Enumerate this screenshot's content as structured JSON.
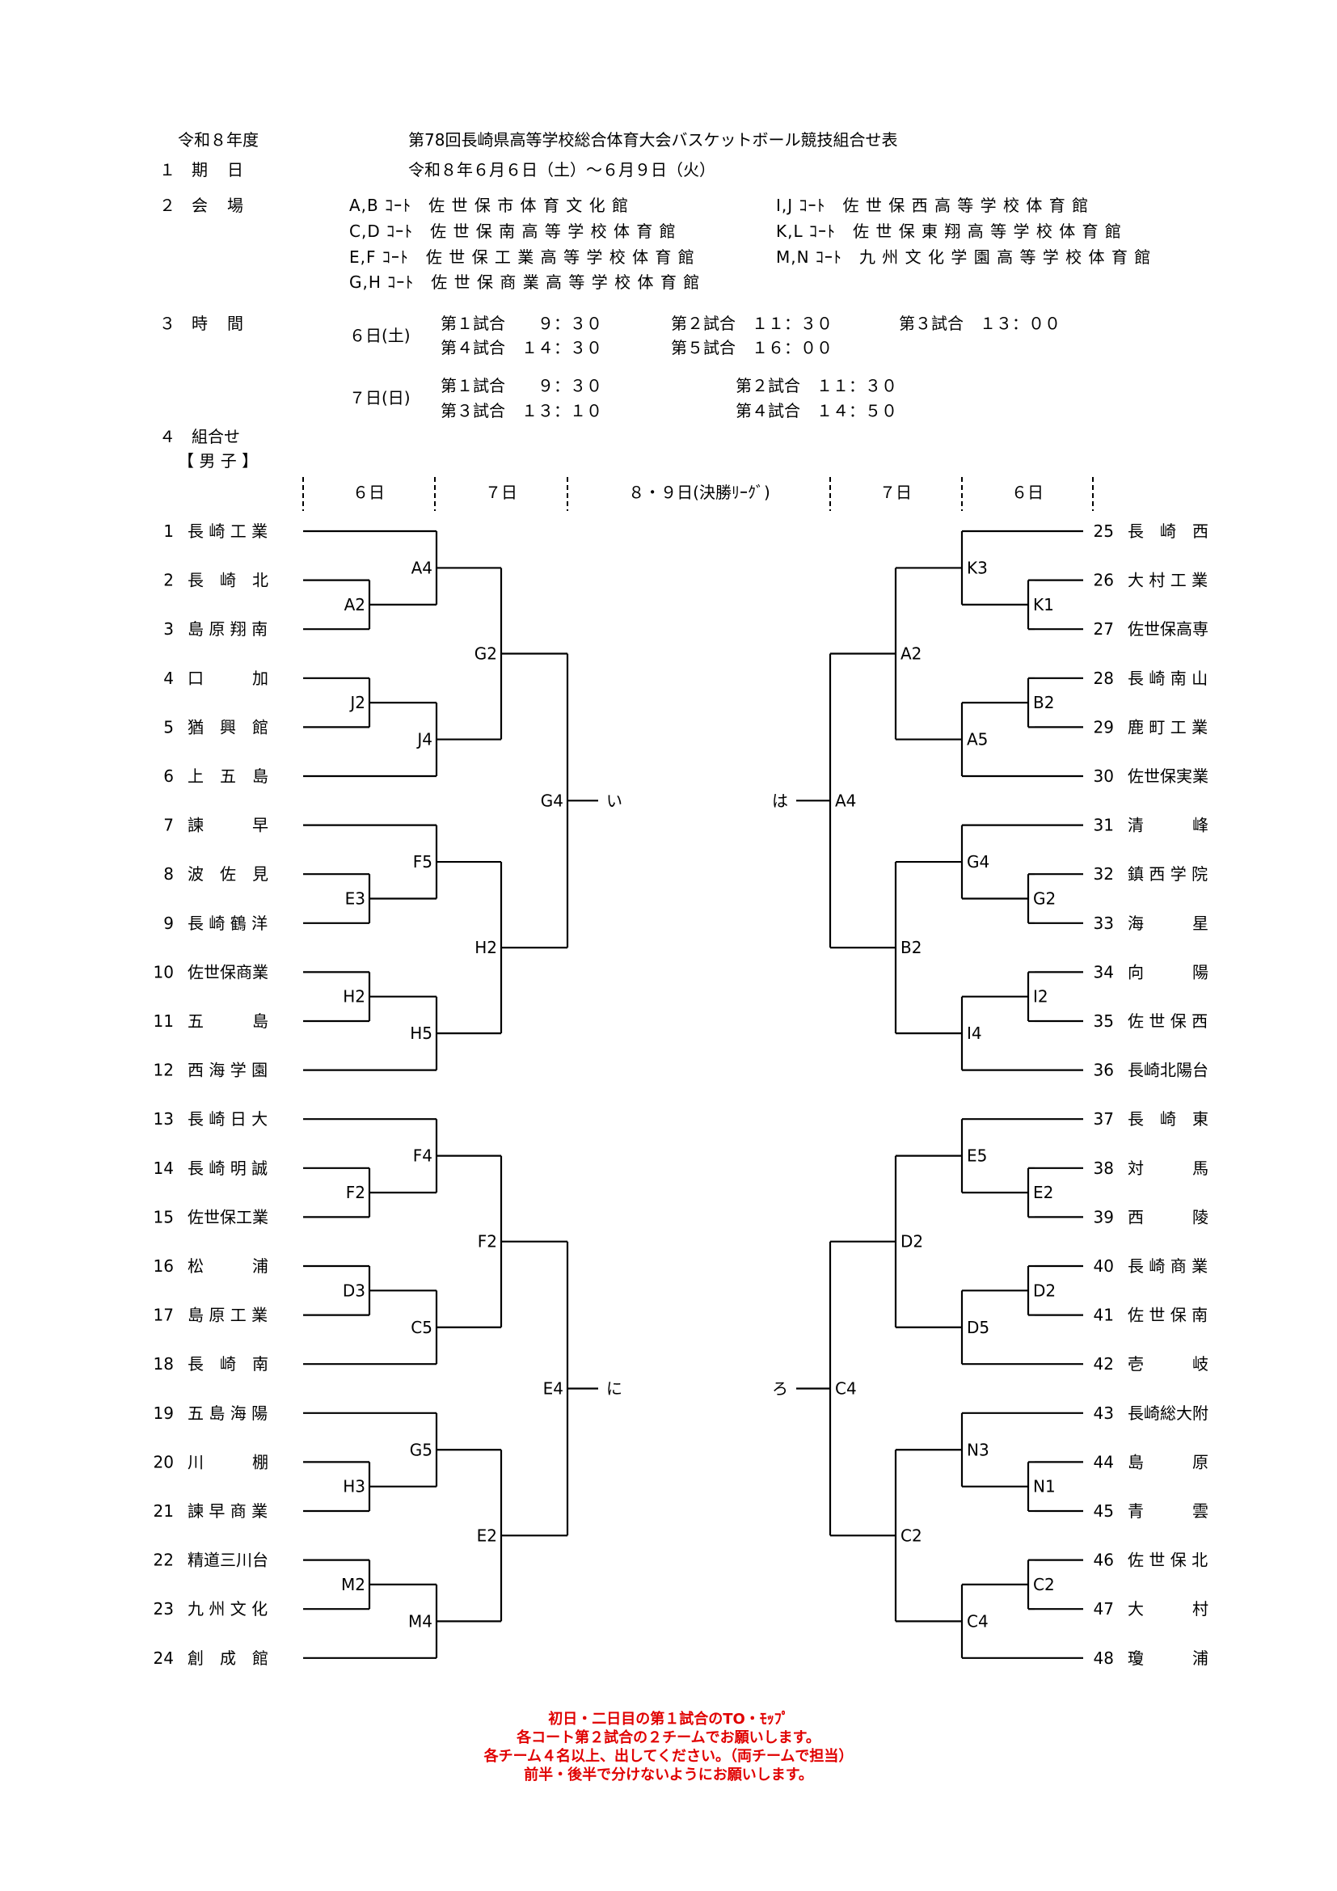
{
  "header": {
    "year": "令和８年度",
    "title": "第78回長崎県高等学校総合体育大会バスケットボール競技組合せ表",
    "items": [
      {
        "num": "１",
        "label": "期　日"
      },
      {
        "num": "２",
        "label": "会　場"
      },
      {
        "num": "３",
        "label": "時　間"
      },
      {
        "num": "４",
        "label": "組合せ"
      }
    ],
    "dates": "令和８年６月６日（土）～６月９日（火）",
    "venues": [
      {
        "code": "A,B ｺｰﾄ",
        "name": "佐 世 保 市 体 育 文 化 館"
      },
      {
        "code": "C,D ｺｰﾄ",
        "name": "佐 世 保 南 高 等 学 校 体 育 館"
      },
      {
        "code": "E,F ｺｰﾄ",
        "name": "佐 世 保 工 業 高 等 学 校 体 育 館"
      },
      {
        "code": "G,H ｺｰﾄ",
        "name": "佐 世 保 商 業 高 等 学 校 体 育 館"
      },
      {
        "code": "I,J ｺｰﾄ",
        "name": "佐 世 保 西 高 等 学 校 体 育 館"
      },
      {
        "code": "K,L ｺｰﾄ",
        "name": "佐 世 保 東 翔 高 等 学 校 体 育 館"
      },
      {
        "code": "M,N ｺｰﾄ",
        "name": "九 州 文 化 学 園 高 等 学 校 体 育 館"
      }
    ],
    "schedule": {
      "day6": {
        "label": "６日(土)",
        "rows": [
          [
            "第１試合　　９：３０",
            "第２試合　１１：３０",
            "第３試合　１３：００"
          ],
          [
            "第４試合　１４：３０",
            "第５試合　１６：００"
          ]
        ]
      },
      "day7": {
        "label": "７日(日)",
        "rows": [
          [
            "第１試合　　９：３０",
            "第２試合　１１：３０"
          ],
          [
            "第３試合　１３：１０",
            "第４試合　１４：５０"
          ]
        ]
      }
    },
    "gender": "【 男 子 】"
  },
  "columns": [
    "６日",
    "７日",
    "８・９日(決勝ﾘｰｸﾞ)",
    "７日",
    "６日"
  ],
  "teams_left": [
    [
      "1",
      "長 崎 工 業"
    ],
    [
      "2",
      "長　崎　北"
    ],
    [
      "3",
      "島 原 翔 南"
    ],
    [
      "4",
      "口　　　加"
    ],
    [
      "5",
      "猶　興　館"
    ],
    [
      "6",
      "上　五　島"
    ],
    [
      "7",
      "諫　　　早"
    ],
    [
      "8",
      "波　佐　見"
    ],
    [
      "9",
      "長 崎 鶴 洋"
    ],
    [
      "10",
      "佐世保商業"
    ],
    [
      "11",
      "五　　　島"
    ],
    [
      "12",
      "西 海 学 園"
    ],
    [
      "13",
      "長 崎 日 大"
    ],
    [
      "14",
      "長 崎 明 誠"
    ],
    [
      "15",
      "佐世保工業"
    ],
    [
      "16",
      "松　　　浦"
    ],
    [
      "17",
      "島 原 工 業"
    ],
    [
      "18",
      "長　崎　南"
    ],
    [
      "19",
      "五 島 海 陽"
    ],
    [
      "20",
      "川　　　棚"
    ],
    [
      "21",
      "諫 早 商 業"
    ],
    [
      "22",
      "精道三川台"
    ],
    [
      "23",
      "九 州 文 化"
    ],
    [
      "24",
      "創　成　館"
    ]
  ],
  "teams_right": [
    [
      "25",
      "長　崎　西"
    ],
    [
      "26",
      "大 村 工 業"
    ],
    [
      "27",
      "佐世保高専"
    ],
    [
      "28",
      "長 崎 南 山"
    ],
    [
      "29",
      "鹿 町 工 業"
    ],
    [
      "30",
      "佐世保実業"
    ],
    [
      "31",
      "清　　　峰"
    ],
    [
      "32",
      "鎮 西 学 院"
    ],
    [
      "33",
      "海　　　星"
    ],
    [
      "34",
      "向　　　陽"
    ],
    [
      "35",
      "佐 世 保 西"
    ],
    [
      "36",
      "長崎北陽台"
    ],
    [
      "37",
      "長　崎　東"
    ],
    [
      "38",
      "対　　　馬"
    ],
    [
      "39",
      "西　　　陵"
    ],
    [
      "40",
      "長 崎 商 業"
    ],
    [
      "41",
      "佐 世 保 南"
    ],
    [
      "42",
      "壱　　　岐"
    ],
    [
      "43",
      "長崎総大附"
    ],
    [
      "44",
      "島　　　原"
    ],
    [
      "45",
      "青　　　雲"
    ],
    [
      "46",
      "佐 世 保 北"
    ],
    [
      "47",
      "大　　　村"
    ],
    [
      "48",
      "瓊　　　浦"
    ]
  ],
  "left_groups": [
    {
      "pair": "A2",
      "top": "A4",
      "mid": "G2"
    },
    {
      "pair": "J2",
      "top": "J4"
    },
    {
      "pair": "E3",
      "top": "F5",
      "mid": "H2"
    },
    {
      "pair": "H2",
      "top": "H5"
    },
    {
      "pair": "F2",
      "top": "F4",
      "mid": "F2"
    },
    {
      "pair": "D3",
      "top": "C5"
    },
    {
      "pair": "H3",
      "top": "G5",
      "mid": "E2"
    },
    {
      "pair": "M2",
      "top": "M4"
    }
  ],
  "right_groups": [
    {
      "pair": "K1",
      "top": "K3",
      "mid": "A2"
    },
    {
      "pair": "B2",
      "top": "A5"
    },
    {
      "pair": "G2",
      "top": "G4",
      "mid": "B2"
    },
    {
      "pair": "I2",
      "top": "I4"
    },
    {
      "pair": "E2",
      "top": "E5",
      "mid": "D2"
    },
    {
      "pair": "D2",
      "top": "D5"
    },
    {
      "pair": "N1",
      "top": "N3",
      "mid": "C2"
    },
    {
      "pair": "C2",
      "top": "C4"
    }
  ],
  "finals": {
    "left_top": {
      "code": "G4",
      "label": "い"
    },
    "left_bottom": {
      "code": "E4",
      "label": "に"
    },
    "right_top": {
      "code": "A4",
      "label": "は"
    },
    "right_bottom": {
      "code": "C4",
      "label": "ろ"
    }
  },
  "notice": [
    "初日・二日目の第１試合のTO・ﾓｯﾌﾟ",
    "各コート第２試合の２チームでお願いします。",
    "各チーム４名以上、出してください。（両チームで担当）",
    "前半・後半で分けないようにお願いします。"
  ],
  "colors": {
    "notice": "#e00000",
    "line": "#000000"
  }
}
